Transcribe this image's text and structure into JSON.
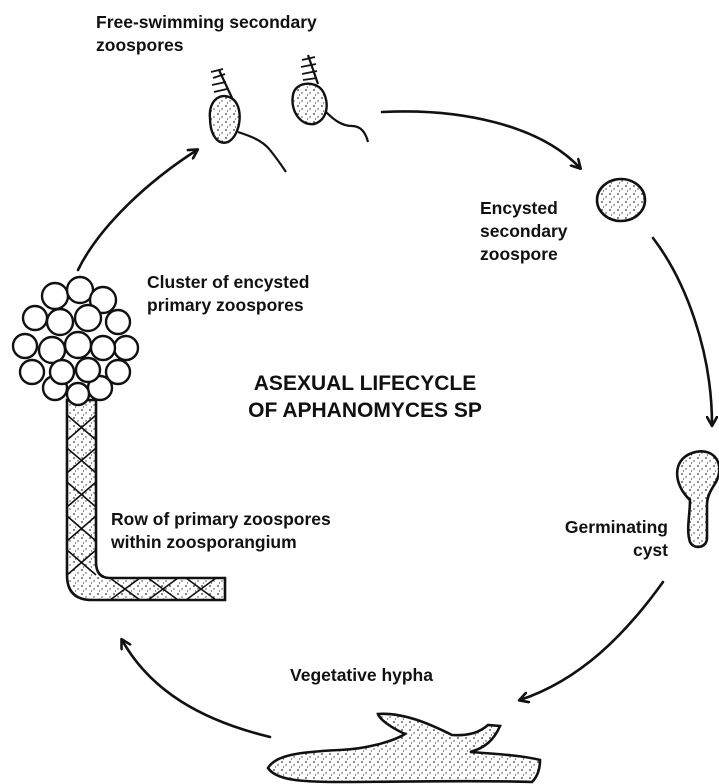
{
  "title": {
    "line1": "ASEXUAL LIFECYCLE",
    "line2": "OF APHANOMYCES SP"
  },
  "stages": {
    "free_swimming": {
      "line1": "Free-swimming secondary",
      "line2": "zoospores"
    },
    "encysted_secondary": {
      "line1": "Encysted",
      "line2": "secondary",
      "line3": "zoospore"
    },
    "germinating_cyst": {
      "line1": "Germinating",
      "line2": "cyst"
    },
    "vegetative_hypha": {
      "line1": "Vegetative hypha"
    },
    "row_primary": {
      "line1": "Row of primary zoospores",
      "line2": "within zoosporangium"
    },
    "cluster_primary": {
      "line1": "Cluster of encysted",
      "line2": "primary zoospores"
    }
  },
  "colors": {
    "ink": "#111111",
    "background": "#ffffff",
    "stipple": "#333333"
  }
}
